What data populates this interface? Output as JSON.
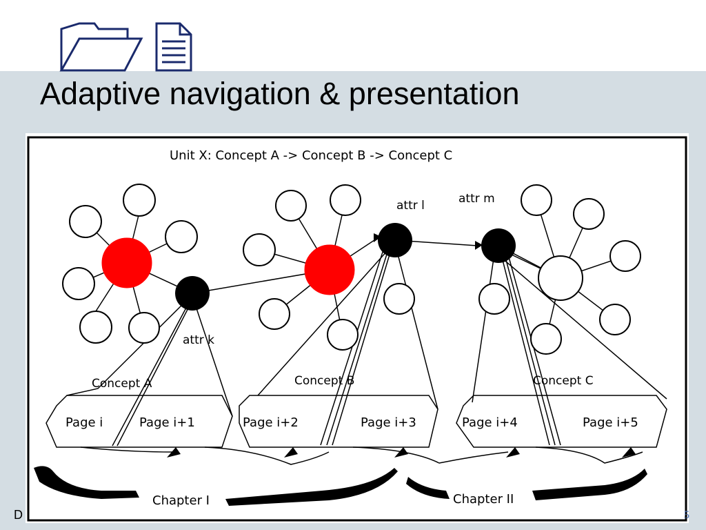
{
  "slide": {
    "title": "Adaptive navigation & presentation",
    "footer_left": "D",
    "footer_right": "5"
  },
  "icons": [
    "folder-icon",
    "document-icon"
  ],
  "diagram": {
    "unit_label": "Unit X: Concept A -> Concept B -> Concept C",
    "attributes": [
      "attr k",
      "attr l",
      "attr m"
    ],
    "concepts": [
      "Concept A",
      "Concept B",
      "Concept C"
    ],
    "pages": [
      "Page i",
      "Page i+1",
      "Page i+2",
      "Page i+3",
      "Page i+4",
      "Page i+5"
    ],
    "chapters": [
      "Chapter I",
      "Chapter II"
    ],
    "colors": {
      "highlight_node": "#ff0000",
      "attribute_node": "#000000",
      "background": "#d4dde3"
    }
  }
}
